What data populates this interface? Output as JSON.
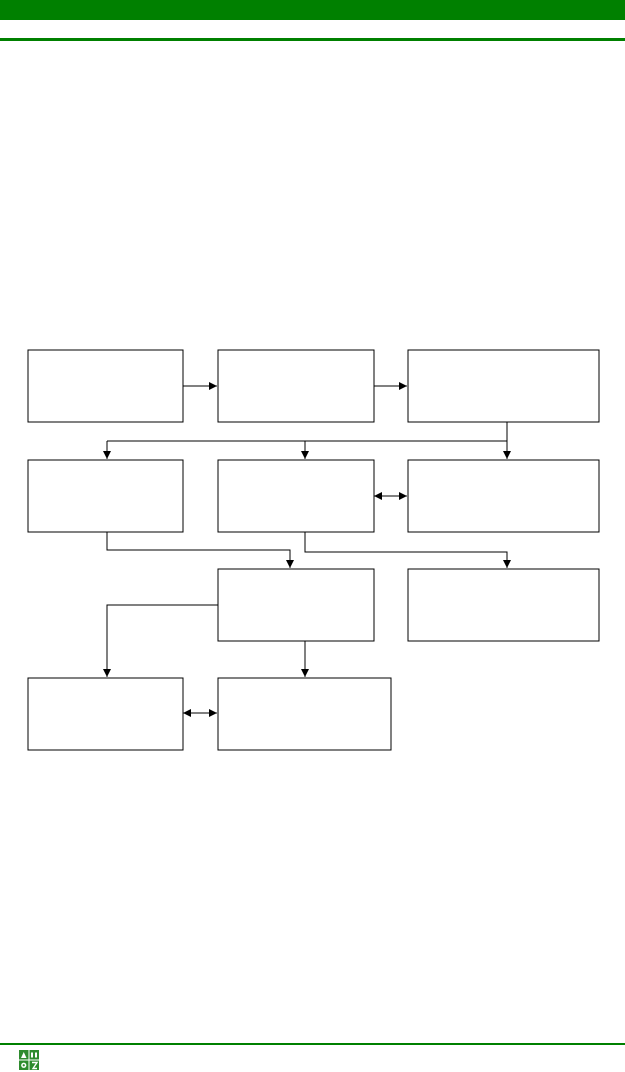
{
  "colors": {
    "brand_green": "#008000",
    "stroke": "#000000",
    "box_fill": "#ffffff"
  },
  "header": {
    "band": "top-green-band",
    "rule": "header-rule"
  },
  "footer": {
    "rule": "footer-rule",
    "logo_icon": "publisher-logo-icon"
  },
  "diagram": {
    "boxes": [
      {
        "id": "box-1",
        "label": ""
      },
      {
        "id": "box-2",
        "label": ""
      },
      {
        "id": "box-3",
        "label": ""
      },
      {
        "id": "box-4",
        "label": ""
      },
      {
        "id": "box-5",
        "label": ""
      },
      {
        "id": "box-6",
        "label": ""
      },
      {
        "id": "box-7",
        "label": ""
      },
      {
        "id": "box-8",
        "label": ""
      },
      {
        "id": "box-9",
        "label": ""
      },
      {
        "id": "box-10",
        "label": ""
      }
    ],
    "connections": [
      {
        "from": "box-1",
        "to": "box-2",
        "type": "arrow"
      },
      {
        "from": "box-2",
        "to": "box-3",
        "type": "arrow"
      },
      {
        "from": "box-3",
        "to": "box-4",
        "type": "arrow"
      },
      {
        "from": "box-3",
        "to": "box-5",
        "type": "arrow"
      },
      {
        "from": "box-3",
        "to": "box-6",
        "type": "arrow"
      },
      {
        "from": "box-5",
        "to": "box-6",
        "type": "bidirectional"
      },
      {
        "from": "box-4",
        "to": "box-7",
        "type": "arrow"
      },
      {
        "from": "box-5",
        "to": "box-8",
        "type": "arrow"
      },
      {
        "from": "box-7",
        "to": "box-9",
        "type": "arrow"
      },
      {
        "from": "box-7",
        "to": "box-10",
        "type": "arrow"
      },
      {
        "from": "box-9",
        "to": "box-10",
        "type": "bidirectional"
      }
    ]
  }
}
